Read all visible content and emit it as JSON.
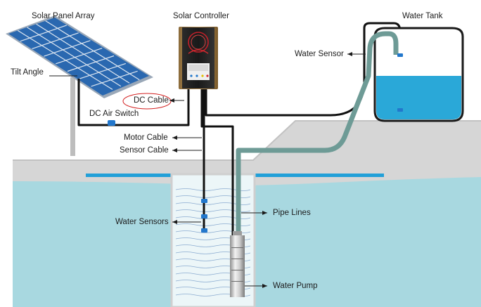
{
  "labels": {
    "solar_panel_array": "Solar Panel Array",
    "solar_controller": "Solar Controller",
    "water_tank": "Water Tank",
    "water_sensor": "Water Sensor",
    "tilt_angle": "Tilt  Angle",
    "dc_cable": "DC Cable",
    "dc_air_switch": "DC Air Switch",
    "motor_cable": "Motor Cable",
    "sensor_cable": "Sensor Cable",
    "water_sensors": "Water Sensors",
    "pipe_lines": "Pipe Lines",
    "water_pump": "Water Pump"
  },
  "icons": [
    "solar-panel-icon",
    "solar-controller-icon",
    "water-tank-icon",
    "water-pump-icon",
    "dc-air-switch-icon",
    "water-sensor-icon"
  ],
  "colors": {
    "water": "#a8d8e0",
    "tank_water": "#2aa8d8",
    "pipe": "#6e9b96",
    "panel": "#2a68b0",
    "cable": "#111111",
    "sensor": "#2277cc",
    "highlight_ellipse": "#d32020"
  }
}
